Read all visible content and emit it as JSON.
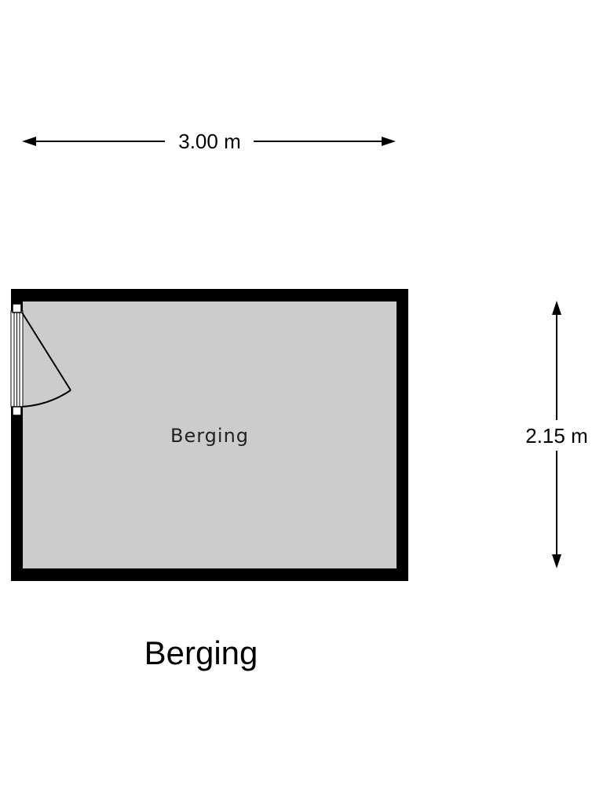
{
  "plan": {
    "width_dimension": "3.00 m",
    "depth_dimension": "2.15 m",
    "room_label": "Berging",
    "floor_title": "Berging"
  },
  "colors": {
    "wall": "#000000",
    "floor": "#cccccc",
    "background": "#ffffff"
  }
}
